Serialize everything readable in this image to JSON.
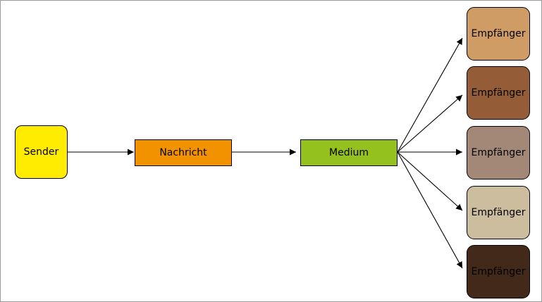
{
  "diagram": {
    "sender": {
      "label": "Sender",
      "color": "#FFEC00"
    },
    "message": {
      "label": "Nachricht",
      "color": "#F39200"
    },
    "medium": {
      "label": "Medium",
      "color": "#95C11F"
    },
    "receivers": [
      {
        "label": "Empfänger",
        "color": "#CE9C64"
      },
      {
        "label": "Empfänger",
        "color": "#945D38"
      },
      {
        "label": "Empfänger",
        "color": "#A38878"
      },
      {
        "label": "Empfänger",
        "color": "#CDBD9F"
      },
      {
        "label": "Empfänger",
        "color": "#42291A"
      }
    ],
    "edges": [
      {
        "from": "sender",
        "to": "message"
      },
      {
        "from": "message",
        "to": "medium"
      },
      {
        "from": "medium",
        "to": "receiver-1"
      },
      {
        "from": "medium",
        "to": "receiver-2"
      },
      {
        "from": "medium",
        "to": "receiver-3"
      },
      {
        "from": "medium",
        "to": "receiver-4"
      },
      {
        "from": "medium",
        "to": "receiver-5"
      }
    ]
  }
}
